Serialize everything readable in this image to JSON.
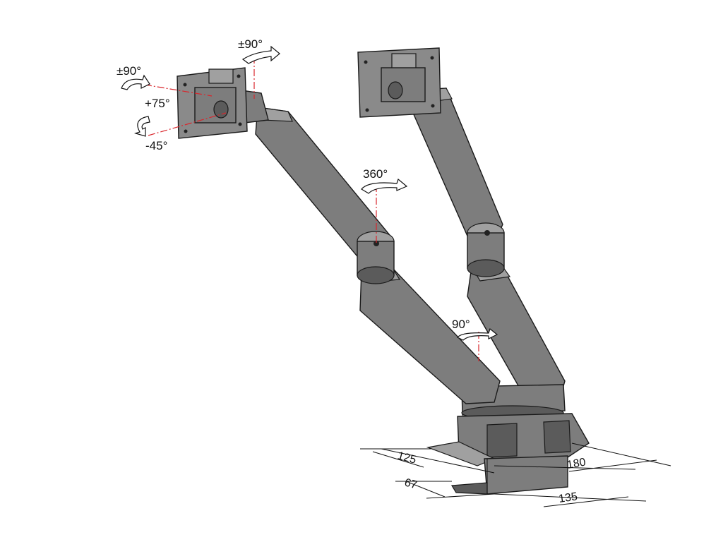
{
  "rotation_labels": {
    "head_pan": "±90°",
    "head_swivel": "±90°",
    "tilt_up": "+75°",
    "tilt_down": "-45°",
    "elbow_rotation": "360°",
    "base_rotation": "90°"
  },
  "dimensions": {
    "clamp_depth": "125",
    "clamp_opening": "67",
    "base_width": "180",
    "base_depth": "135"
  },
  "colors": {
    "axis_lines": "#d9262c",
    "arm_body": "#7d7d7d",
    "outline": "#1a1a1a",
    "background": "#ffffff"
  }
}
